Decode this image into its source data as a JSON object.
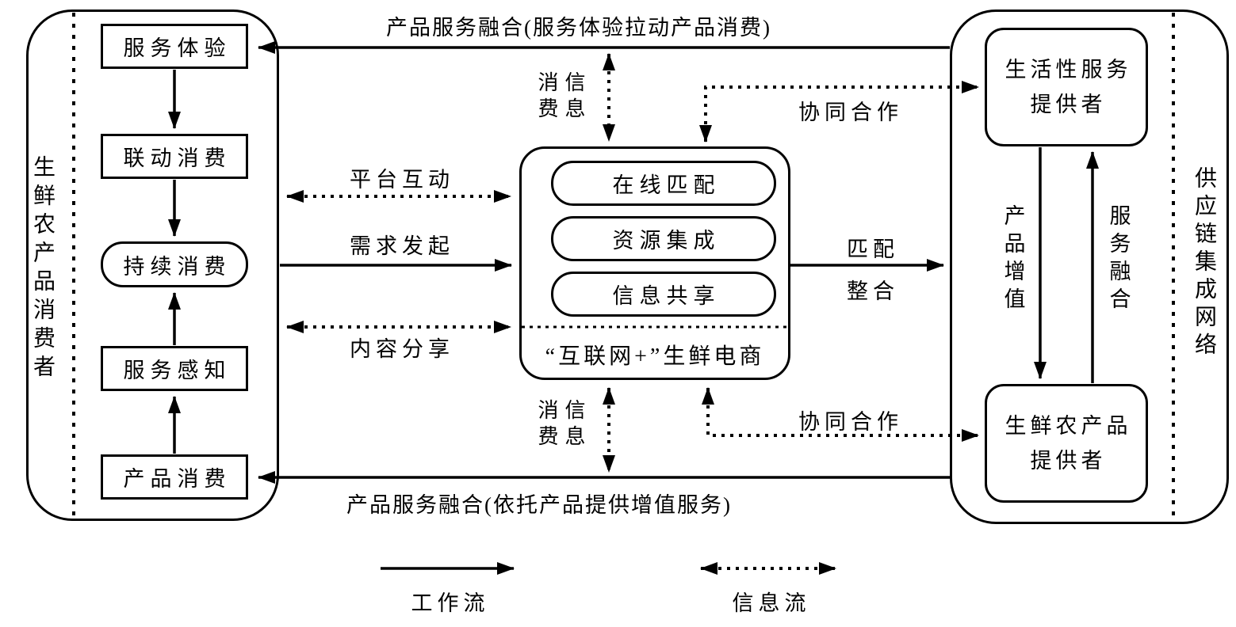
{
  "page": {
    "background": "#ffffff",
    "ink": "#000000"
  },
  "left_panel": {
    "label": "生鲜农产品消费者",
    "items": [
      {
        "label": "服务体验"
      },
      {
        "label": "联动消费"
      },
      {
        "label": "持续消费"
      },
      {
        "label": "服务感知"
      },
      {
        "label": "产品消费"
      }
    ]
  },
  "center": {
    "title": "“互联网+”生鲜电商",
    "modules": [
      {
        "label": "在线匹配"
      },
      {
        "label": "资源集成"
      },
      {
        "label": "信息共享"
      }
    ]
  },
  "right_panel": {
    "label": "供应链集成网络",
    "providers": [
      {
        "line1": "生活性服务",
        "line2": "提供者"
      },
      {
        "line1": "生鲜农产品",
        "line2": "提供者"
      }
    ]
  },
  "flows": {
    "top_banner": "产品服务融合(服务体验拉动产品消费)",
    "bottom_banner": "产品服务融合(依托产品提供增值服务)",
    "platform_interaction": "平台互动",
    "demand_initiation": "需求发起",
    "content_sharing": "内容分享",
    "match_line1": "匹配",
    "match_line2": "整合",
    "collaboration_top": "协同合作",
    "collaboration_bottom": "协同合作",
    "consumption_info_top": {
      "col1": "消费",
      "col2": "信息"
    },
    "consumption_info_bottom": {
      "col1": "消费",
      "col2": "信息"
    },
    "product_value_add": "产品增值",
    "service_fusion": "服务融合"
  },
  "legend": {
    "workflow": "工作流",
    "info_flow": "信息流"
  }
}
